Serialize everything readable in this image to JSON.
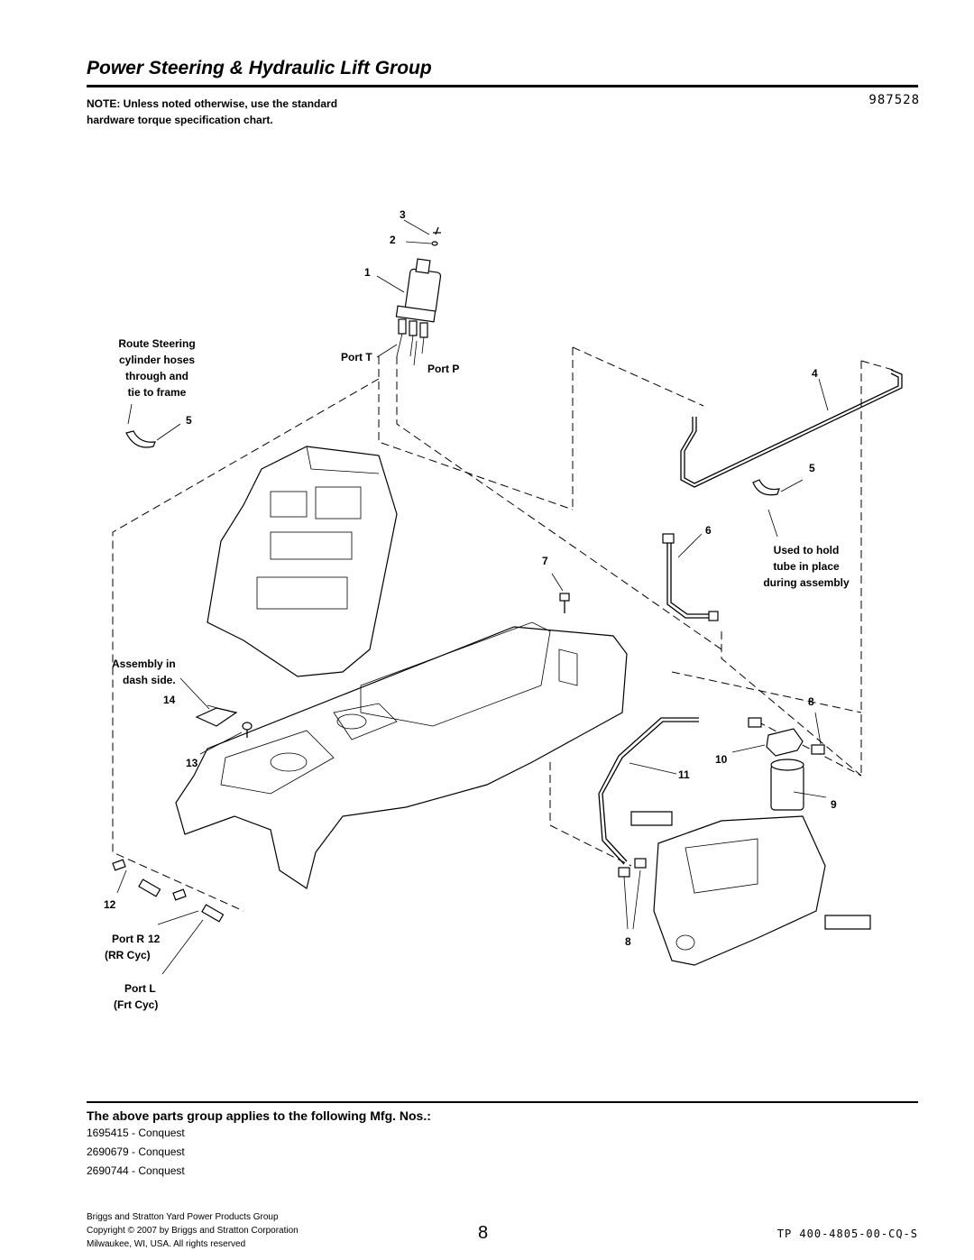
{
  "header": {
    "title": "Power Steering & Hydraulic Lift Group",
    "diagram_number": "987528",
    "note": "NOTE: Unless noted otherwise, use the standard hardware torque specification chart."
  },
  "callouts": {
    "route_steering": [
      "Route Steering",
      "cylinder hoses",
      "through and",
      "tie to frame"
    ],
    "port_t": "Port T",
    "port_p": "Port P",
    "used_to_hold": [
      "Used to hold",
      "tube in place",
      "during assembly"
    ],
    "assembly_in_dash": [
      "Assembly in",
      "dash side."
    ],
    "port_r": [
      "Port R",
      "(RR Cyc)"
    ],
    "port_l": [
      "Port L",
      "(Frt Cyc)"
    ]
  },
  "part_numbers": [
    "1",
    "2",
    "3",
    "4",
    "5",
    "5",
    "6",
    "7",
    "8",
    "8",
    "9",
    "10",
    "11",
    "12",
    "12",
    "13",
    "14"
  ],
  "applies": {
    "heading": "The above parts group applies to the following Mfg. Nos.:",
    "items": [
      "1695415 - Conquest",
      "2690679 - Conquest",
      "2690744 - Conquest"
    ]
  },
  "footer": {
    "company": "Briggs and Stratton Yard Power Products Group",
    "copyright": "Copyright ©  2007 by Briggs and Stratton Corporation",
    "address": "Milwaukee, WI, USA. All rights reserved",
    "page": "8",
    "doc_code": "TP 400-4805-00-CQ-S"
  }
}
